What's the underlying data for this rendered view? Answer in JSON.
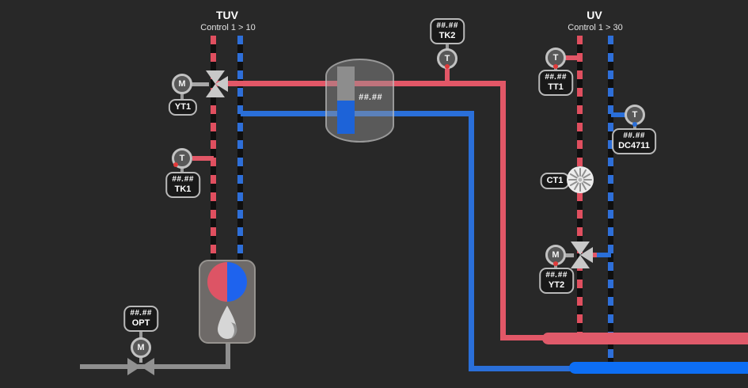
{
  "sections": {
    "tuv": {
      "title": "TUV",
      "subtitle": "Control 1 > 10"
    },
    "uv": {
      "title": "UV",
      "subtitle": "Control 1 > 30"
    }
  },
  "devices": {
    "yt1": {
      "name": "YT1",
      "symbol": "M"
    },
    "tk1": {
      "name": "TK1",
      "value": "##.##",
      "symbol": "T"
    },
    "tk2": {
      "name": "TK2",
      "value": "##.##",
      "symbol": "T"
    },
    "tt1": {
      "name": "TT1",
      "value": "##.##",
      "symbol": "T"
    },
    "dc4711": {
      "name": "DC4711",
      "value": "##.##",
      "symbol": "T"
    },
    "ct1": {
      "name": "CT1"
    },
    "yt2": {
      "name": "YT2",
      "value": "##.##",
      "symbol": "M"
    },
    "opt": {
      "name": "OPT",
      "value": "##.##",
      "symbol": "M"
    }
  },
  "tank": {
    "level_value": "##.##"
  },
  "colors": {
    "background": "#282828",
    "hot_pipe": "#e25767",
    "cold_pipe": "#2a6fd9",
    "hot_supply_main": "#e05a6a",
    "cold_supply_main": "#0d6ef4",
    "neutral_pipe": "#8f8f8f"
  }
}
